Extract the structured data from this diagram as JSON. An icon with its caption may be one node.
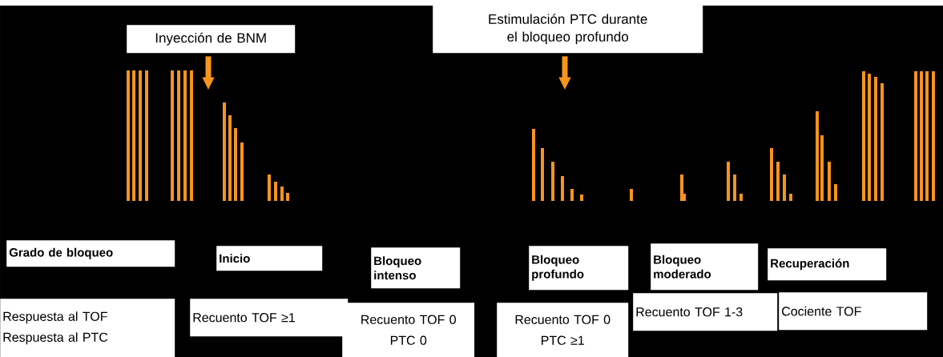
{
  "diagram": {
    "nodes": [
      {
        "text": [
          "Inyección de BNM"
        ]
      },
      {
        "text": [
          "Estimulación PTC durante el bloqueo profundo"
        ]
      },
      {
        "text": [
          "Grado de bloqueo"
        ]
      },
      {
        "text": [
          "Inicio"
        ]
      },
      {
        "text": [
          "Bloqueo intenso"
        ]
      },
      {
        "text": [
          "Bloqueo profundo"
        ]
      },
      {
        "text": [
          "Bloqueo moderado"
        ]
      },
      {
        "text": [
          "Recuperación"
        ]
      },
      {
        "text": [
          "Respuesta al TOF",
          "Respuesta al PTC"
        ]
      },
      {
        "text": [
          "Recuento TOF ≥1"
        ]
      },
      {
        "text": [
          "Recuento TOF 0",
          "PTC 0"
        ]
      },
      {
        "text": [
          "Recuento TOF 0",
          "PTC ≥1"
        ]
      },
      {
        "text": [
          "Recuento TOF 1-3"
        ]
      },
      {
        "text": [
          "Cociente TOF"
        ]
      }
    ],
    "edges": [
      {
        "from": 0,
        "to": null,
        "arrow": "to",
        "color": "#f7941d"
      },
      {
        "from": 1,
        "to": null,
        "arrow": "to",
        "color": "#f7941d"
      }
    ]
  }
}
